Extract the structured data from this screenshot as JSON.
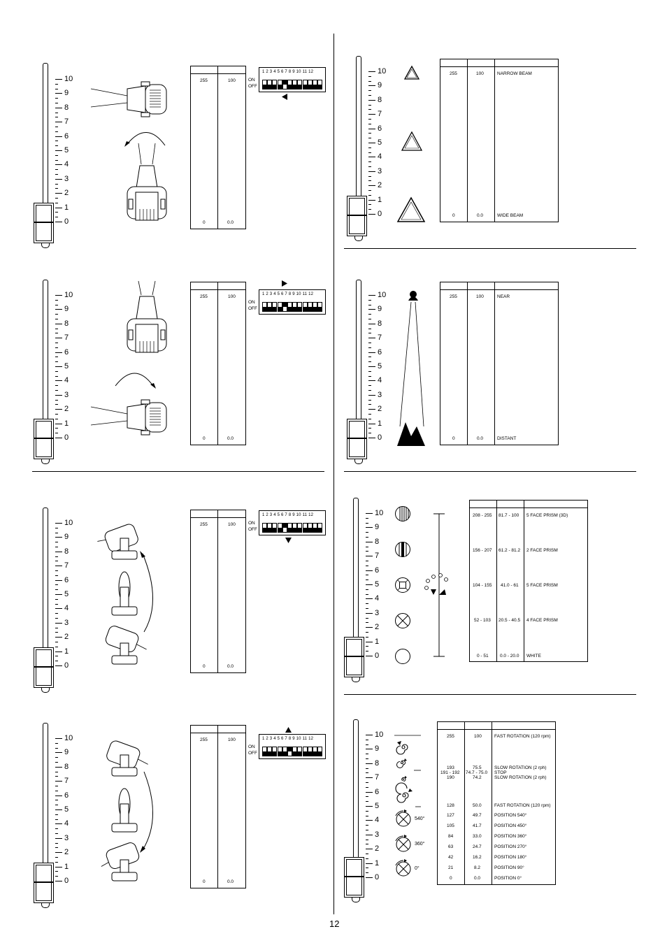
{
  "page_number": "12",
  "scale_labels": [
    "10",
    "9",
    "8",
    "7",
    "6",
    "5",
    "4",
    "3",
    "2",
    "1",
    "0"
  ],
  "dip": {
    "numbers": "1 2 3 4 5 6 7 8 9 10 11 12",
    "on": "ON",
    "off": "OFF"
  },
  "panels": {
    "pan_left": {
      "rows": [
        [
          "255",
          "100",
          ""
        ],
        [
          "0",
          "0.0",
          ""
        ]
      ]
    },
    "pan_right": {
      "rows": [
        [
          "255",
          "100",
          ""
        ],
        [
          "0",
          "0.0",
          ""
        ]
      ]
    },
    "tilt_up": {
      "rows": [
        [
          "255",
          "100",
          ""
        ],
        [
          "0",
          "0.0",
          ""
        ]
      ]
    },
    "tilt_down": {
      "rows": [
        [
          "255",
          "100",
          ""
        ],
        [
          "0",
          "0.0",
          ""
        ]
      ]
    },
    "beam": {
      "rows": [
        [
          "255",
          "100",
          "NARROW BEAM"
        ],
        [
          "0",
          "0.0",
          "WIDE BEAM"
        ]
      ]
    },
    "focus": {
      "rows": [
        [
          "255",
          "100",
          "NEAR"
        ],
        [
          "0",
          "0.0",
          "DISTANT"
        ]
      ]
    },
    "prism": {
      "rows": [
        [
          "208 - 255",
          "81.7 - 100",
          "5 FACE PRISM (3D)"
        ],
        [
          "156 - 207",
          "61.2 - 81.2",
          "2 FACE PRISM"
        ],
        [
          "104 - 155",
          "41.0 - 61",
          "5 FACE PRISM"
        ],
        [
          "52 - 103",
          "20.5 - 40.5",
          "4 FACE PRISM"
        ],
        [
          "0 - 51",
          "0.0 - 20.0",
          "WHITE"
        ]
      ]
    },
    "rotation": {
      "rows": [
        [
          "255",
          "100",
          "FAST ROTATION (120 rpm)"
        ],
        [
          "193",
          "75.5",
          "SLOW ROTATION (2 rph)"
        ],
        [
          "191 - 192",
          "74.7 - 75.0",
          "STOP"
        ],
        [
          "190",
          "74.2",
          "SLOW ROTATION (2 rph)"
        ],
        [
          "128",
          "50.0",
          "FAST ROTATION (120 rpm)"
        ],
        [
          "127",
          "49.7",
          "POSITION 540°"
        ],
        [
          "105",
          "41.7",
          "POSITION 450°"
        ],
        [
          "84",
          "33.0",
          "POSITION 360°"
        ],
        [
          "63",
          "24.7",
          "POSITION 270°"
        ],
        [
          "42",
          "16.2",
          "POSITION 180°"
        ],
        [
          "21",
          "8.2",
          "POSITION 90°"
        ],
        [
          "0",
          "0.0",
          "POSITION 0°"
        ]
      ],
      "angle_labels": [
        "540°",
        "360°",
        "0°"
      ]
    }
  }
}
